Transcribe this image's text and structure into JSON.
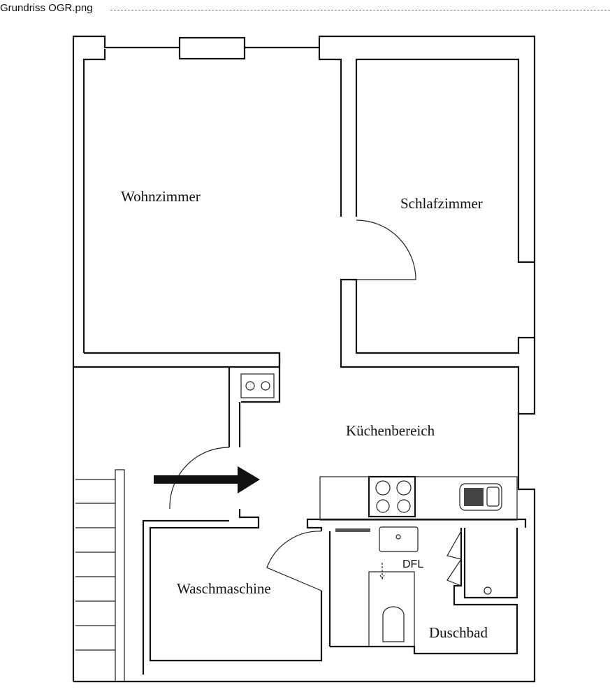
{
  "file_title": "Grundriss OGR.png",
  "rooms": {
    "living": "Wohnzimmer",
    "bedroom": "Schlafzimmer",
    "kitchen": "Küchenbereich",
    "laundry": "Waschmaschine",
    "shower": "Duschbad"
  },
  "labels": {
    "dfl": "DFL"
  }
}
